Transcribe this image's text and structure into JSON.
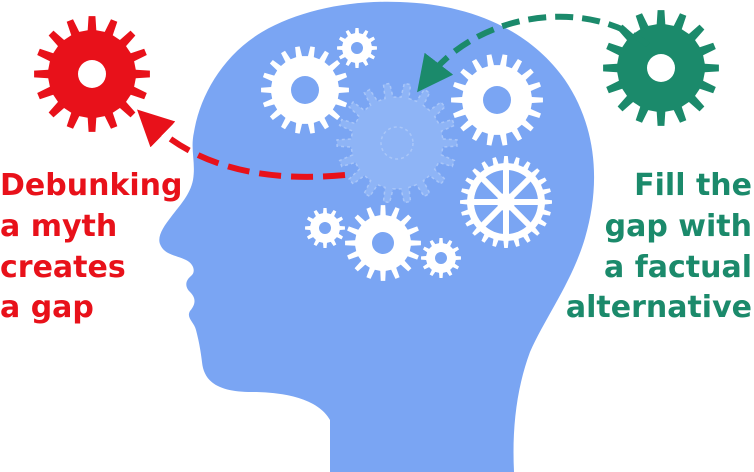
{
  "left_caption": {
    "lines": [
      "Debunking",
      "a myth",
      "creates",
      "a gap"
    ],
    "color": "#e8111a"
  },
  "right_caption": {
    "lines": [
      "Fill the",
      "gap with",
      "a factual",
      "alternative"
    ],
    "color": "#1b8a6b"
  },
  "colors": {
    "head": "#7aa5f3",
    "gear_white": "#ffffff",
    "gap_gear": "#8eb4f6",
    "red_gear": "#e8111a",
    "green_gear": "#1b8a6b"
  },
  "icons": {
    "left_gear": "red-gear-icon",
    "right_gear": "green-gear-icon",
    "missing_gear": "faded-gear-icon"
  }
}
